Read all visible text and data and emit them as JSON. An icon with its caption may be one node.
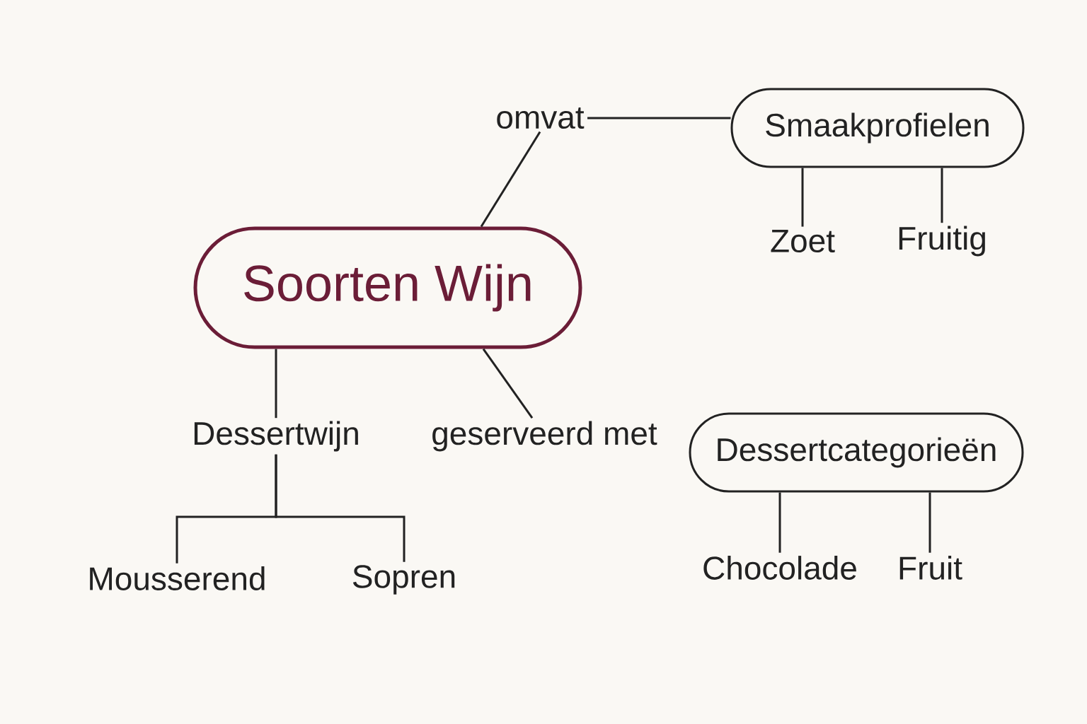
{
  "diagram": {
    "nodes": [
      {
        "text": [
          "Soorten Wijn"
        ]
      },
      {
        "text": [
          "omvat"
        ]
      },
      {
        "text": [
          "Smaakprofielen"
        ]
      },
      {
        "text": [
          "Zoet"
        ]
      },
      {
        "text": [
          "Fruitig"
        ]
      },
      {
        "text": [
          "Dessertwijn"
        ]
      },
      {
        "text": [
          "geserveerd met"
        ]
      },
      {
        "text": [
          "Dessertcategorieën"
        ]
      },
      {
        "text": [
          "Mousserend"
        ]
      },
      {
        "text": [
          "Sopren"
        ]
      },
      {
        "text": [
          "Chocolade"
        ]
      },
      {
        "text": [
          "Fruit"
        ]
      }
    ],
    "edges": [
      {
        "from": 0,
        "to": 1,
        "arrow": "none"
      },
      {
        "from": 1,
        "to": 2,
        "arrow": "none"
      },
      {
        "from": 2,
        "to": 3,
        "arrow": "none"
      },
      {
        "from": 2,
        "to": 4,
        "arrow": "none"
      },
      {
        "from": 0,
        "to": 5,
        "arrow": "none"
      },
      {
        "from": 0,
        "to": 6,
        "arrow": "none"
      },
      {
        "from": 5,
        "to": 8,
        "arrow": "none"
      },
      {
        "from": 5,
        "to": 9,
        "arrow": "none"
      },
      {
        "from": 7,
        "to": 10,
        "arrow": "none"
      },
      {
        "from": 7,
        "to": 11,
        "arrow": "none"
      }
    ]
  }
}
